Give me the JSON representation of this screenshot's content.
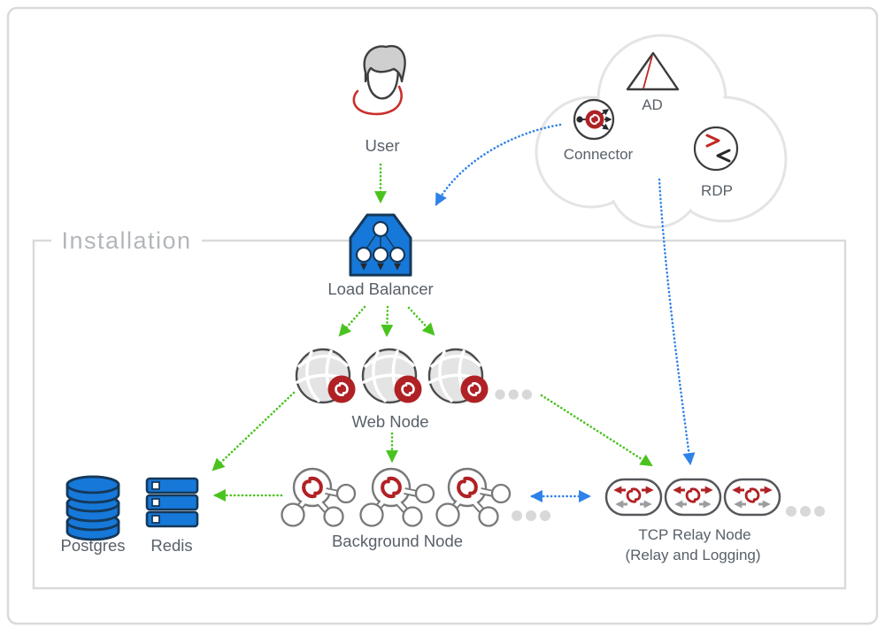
{
  "installation": {
    "label": "Installation"
  },
  "nodes": {
    "user": {
      "label": "User"
    },
    "ad": {
      "label": "AD"
    },
    "connector": {
      "label": "Connector"
    },
    "rdp": {
      "label": "RDP"
    },
    "load_balancer": {
      "label": "Load Balancer"
    },
    "web_node": {
      "label": "Web Node"
    },
    "background_node": {
      "label": "Background Node"
    },
    "tcp_relay_node": {
      "label": "TCP Relay Node",
      "sublabel": "(Relay and Logging)"
    },
    "postgres": {
      "label": "Postgres"
    },
    "redis": {
      "label": "Redis"
    }
  },
  "colors": {
    "green_arrow": "#49c31e",
    "blue_arrow": "#2e82e8",
    "node_blue": "#1679d9",
    "node_blue_outline": "#15385a",
    "brand_red": "#b02125",
    "box_border": "#d9dadc",
    "cloud_border": "#e3e4e6",
    "label_text": "#586069",
    "frame_label_text": "#b3b6ba"
  }
}
